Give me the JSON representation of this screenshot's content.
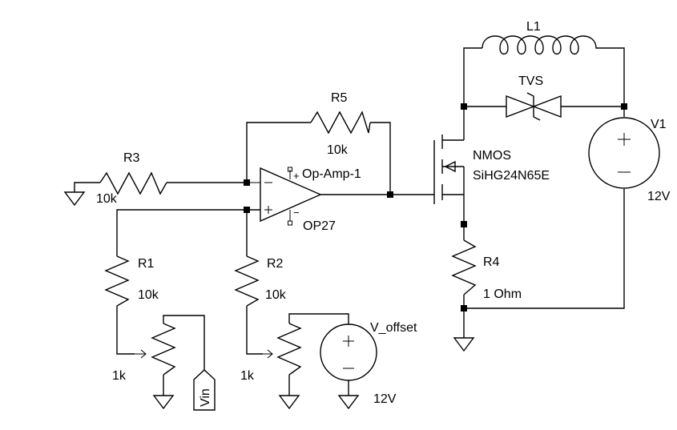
{
  "components": {
    "r1": {
      "name": "R1",
      "value": "10k"
    },
    "r2": {
      "name": "R2",
      "value": "10k"
    },
    "r3": {
      "name": "R3",
      "value": "10k"
    },
    "r4": {
      "name": "R4",
      "value": "1 Ohm"
    },
    "r5": {
      "name": "R5",
      "value": "10k"
    },
    "pot1": {
      "value": "1k"
    },
    "pot2": {
      "value": "1k"
    },
    "l1": {
      "name": "L1"
    },
    "tvs": {
      "name": "TVS"
    },
    "v1": {
      "name": "V1",
      "value": "12V"
    },
    "voffset": {
      "name": "V_offset",
      "value": "12V"
    },
    "opamp": {
      "name": "Op-Amp-1",
      "model": "OP27",
      "plus_sign": "+",
      "minus_sign": "−"
    },
    "nmos": {
      "name": "NMOS",
      "model": "SiHG24N65E"
    },
    "vin": {
      "label": "Vin"
    }
  }
}
